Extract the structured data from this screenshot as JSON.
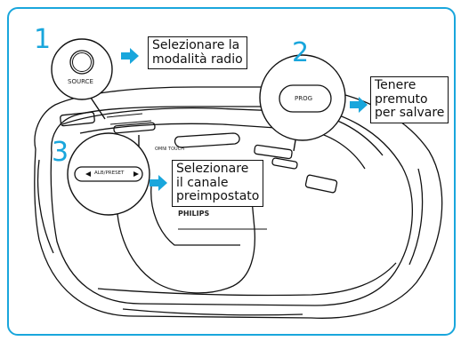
{
  "steps": [
    {
      "number": "1",
      "button": "SOURCE",
      "instruction": [
        "Selezionare la",
        "modalità radio"
      ]
    },
    {
      "number": "2",
      "button": "PROG",
      "instruction": [
        "Tenere",
        "premuto",
        "per salvare"
      ]
    },
    {
      "number": "3",
      "button": "ALB/PRESET",
      "instruction": [
        "Selezionare",
        "il canale",
        "preimpostato"
      ]
    }
  ],
  "device": {
    "brand": "PHILIPS",
    "panel_text": "OMNI TOUCH"
  },
  "colors": {
    "accent": "#19a6dc",
    "line": "#111111"
  }
}
